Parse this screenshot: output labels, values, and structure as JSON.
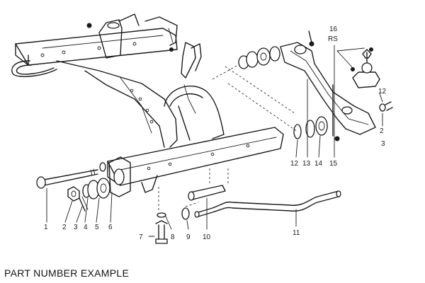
{
  "caption": "PART NUMBER EXAMPLE",
  "callouts": {
    "n1": "1",
    "n2": "2",
    "n3": "3",
    "n4": "4",
    "n5": "5",
    "n6": "6",
    "n7": "7",
    "n8": "8",
    "n9": "9",
    "n10": "10",
    "n11": "11",
    "n12a": "12",
    "n13": "13",
    "n14": "14",
    "n15": "15",
    "n16": "16",
    "rs": "RS",
    "n12b": "12",
    "n2b": "2",
    "n3b": "3"
  }
}
